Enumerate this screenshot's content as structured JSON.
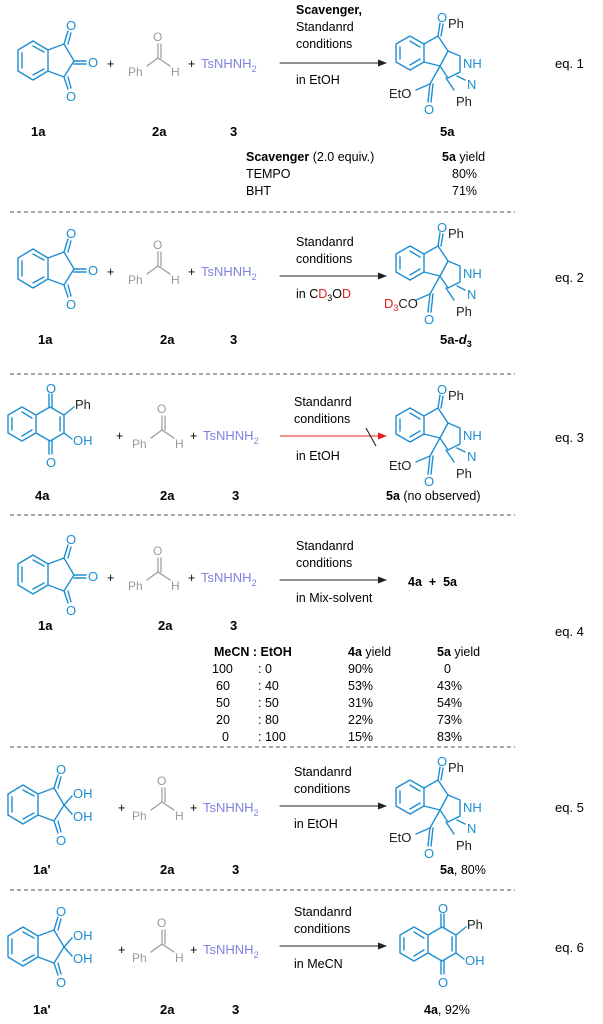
{
  "colors": {
    "structure": "#1e8fd0",
    "reagent": "#8080e0",
    "gray": "#9a9a9a",
    "deuterium": "#e02020",
    "blocked_arrow": "#e02020",
    "divider": "#555555"
  },
  "atoms": {
    "O": "O",
    "OH": "OH",
    "Ph": "Ph",
    "H": "H",
    "NH": "NH",
    "N": "N",
    "EtO": "EtO",
    "D3CO_D": "D",
    "D3CO_sub": "3",
    "D3CO_rest": "CO"
  },
  "reagents": {
    "hydrazide": "TsNHNH",
    "hydrazide_sub": "2",
    "plus": "+"
  },
  "eq1": {
    "label": "eq. 1",
    "cond1": "Scavenger,",
    "cond2": "Standanrd",
    "cond3": "conditions",
    "solvent": "in EtOH",
    "lbl_1a": "1a",
    "lbl_2a": "2a",
    "lbl_3": "3",
    "lbl_5a": "5a",
    "table": {
      "head_a": "Scavenger",
      "head_b": " (2.0 equiv.)",
      "head_c": "5a",
      "head_d": " yield",
      "rows": [
        {
          "name": "TEMPO",
          "yield": "80%"
        },
        {
          "name": "BHT",
          "yield": "71%"
        }
      ]
    }
  },
  "eq2": {
    "label": "eq. 2",
    "cond2": "Standanrd",
    "cond3": "conditions",
    "solvent_a": "in C",
    "solvent_d1": "D",
    "solvent_3": "3",
    "solvent_o": "O",
    "solvent_d2": "D",
    "lbl_1a": "1a",
    "lbl_2a": "2a",
    "lbl_3": "3",
    "lbl_5a": "5a-",
    "lbl_d": "d",
    "lbl_dsub": "3"
  },
  "eq3": {
    "label": "eq. 3",
    "cond2": "Standanrd",
    "cond3": "conditions",
    "solvent": "in EtOH",
    "lbl_4a": "4a",
    "lbl_2a": "2a",
    "lbl_3": "3",
    "lbl_5a": "5a",
    "lbl_note": " (no observed)"
  },
  "eq4": {
    "label": "eq. 4",
    "cond2": "Standanrd",
    "cond3": "conditions",
    "solvent": "in Mix-solvent",
    "products": "4a  +  5a",
    "lbl_1a": "1a",
    "lbl_2a": "2a",
    "lbl_3": "3",
    "table": {
      "head_ratio": "MeCN : EtOH",
      "head_4a": "4a",
      "head_5a": "5a",
      "head_yield": " yield",
      "rows": [
        {
          "mecn": "100",
          "etoh": ": 0",
          "y4a": "90%",
          "y5a": "0"
        },
        {
          "mecn": "60",
          "etoh": ": 40",
          "y4a": "53%",
          "y5a": "43%"
        },
        {
          "mecn": "50",
          "etoh": ": 50",
          "y4a": "31%",
          "y5a": "54%"
        },
        {
          "mecn": "20",
          "etoh": ": 80",
          "y4a": "22%",
          "y5a": "73%"
        },
        {
          "mecn": "0",
          "etoh": ": 100",
          "y4a": "15%",
          "y5a": "83%"
        }
      ]
    }
  },
  "eq5": {
    "label": "eq. 5",
    "cond2": "Standanrd",
    "cond3": "conditions",
    "solvent": "in EtOH",
    "lbl_1a": "1a'",
    "lbl_2a": "2a",
    "lbl_3": "3",
    "lbl_5a": "5a",
    "lbl_yield": ", 80%"
  },
  "eq6": {
    "label": "eq. 6",
    "cond2": "Standanrd",
    "cond3": "conditions",
    "solvent": "in MeCN",
    "lbl_1a": "1a'",
    "lbl_2a": "2a",
    "lbl_3": "3",
    "lbl_4a": "4a",
    "lbl_yield": ", 92%"
  }
}
